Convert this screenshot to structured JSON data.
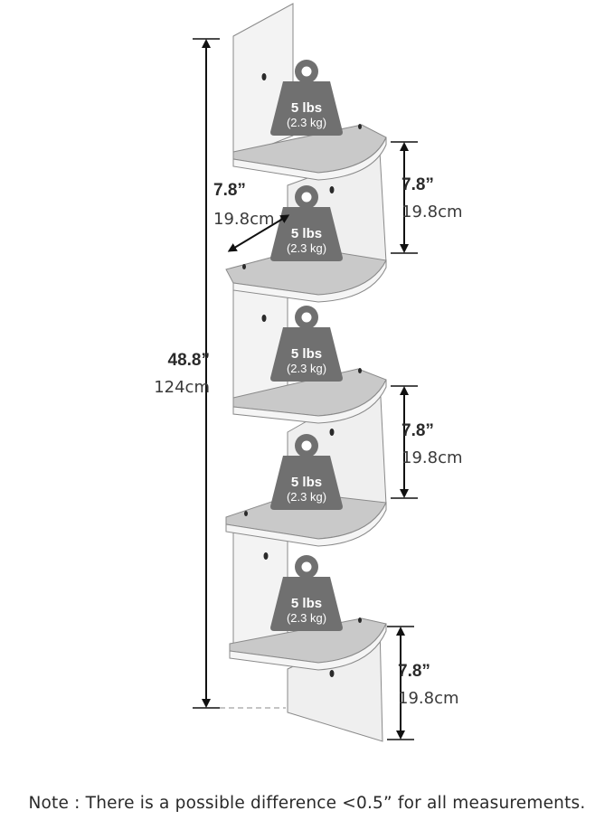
{
  "weights": [
    {
      "primary": "5 lbs",
      "secondary": "(2.3 kg)"
    },
    {
      "primary": "5 lbs",
      "secondary": "(2.3 kg)"
    },
    {
      "primary": "5 lbs",
      "secondary": "(2.3 kg)"
    },
    {
      "primary": "5 lbs",
      "secondary": "(2.3 kg)"
    },
    {
      "primary": "5 lbs",
      "secondary": "(2.3 kg)"
    }
  ],
  "dimensions": {
    "total_height": {
      "imperial": "48.8”",
      "metric": "124cm"
    },
    "depth": {
      "imperial": "7.8”",
      "metric": "19.8cm"
    },
    "spacing_top": {
      "imperial": "7.8”",
      "metric": "19.8cm"
    },
    "spacing_middle": {
      "imperial": "7.8”",
      "metric": "19.8cm"
    },
    "spacing_bottom": {
      "imperial": "7.8”",
      "metric": "19.8cm"
    }
  },
  "note": "Note : There is a possible difference <0.5” for all measurements.",
  "colors": {
    "weight_fill": "#707070",
    "shelf_top": "#c9c9c9",
    "panel": "#f1f1f1",
    "outline": "#8a8a8a",
    "arrow": "#111111"
  },
  "icons": [
    "weight-icon",
    "double-arrow-icon"
  ]
}
